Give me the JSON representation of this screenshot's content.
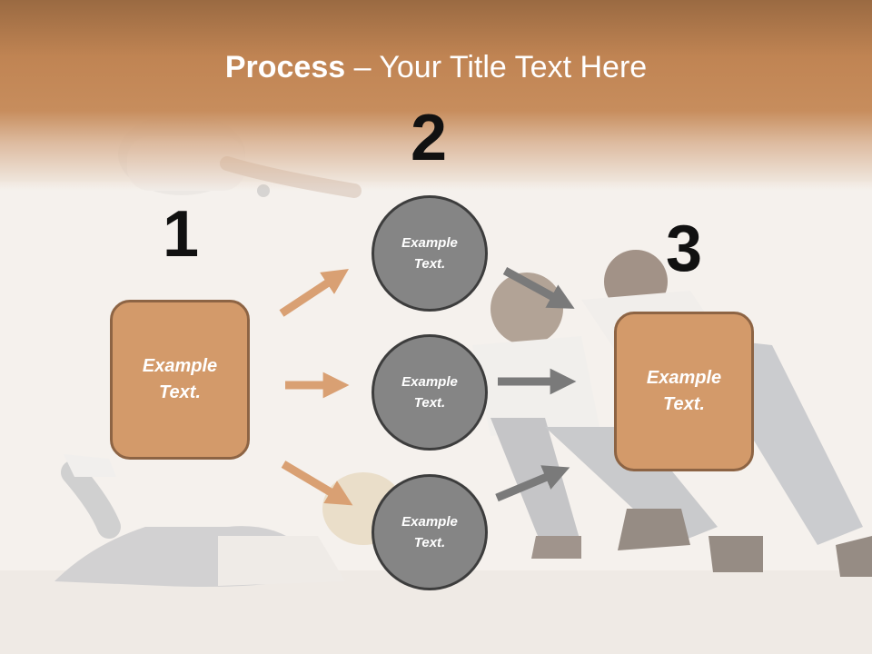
{
  "slide": {
    "title_bold": "Process",
    "title_rest": " – Your Title Text Here",
    "steps": [
      {
        "number": "1",
        "box_text": "Example\nText."
      },
      {
        "number": "2"
      },
      {
        "number": "3",
        "box_text": "Example\nText."
      }
    ],
    "circles": [
      {
        "text": "Example\nText."
      },
      {
        "text": "Example\nText."
      },
      {
        "text": "Example\nText."
      }
    ],
    "colors": {
      "header": "#c78d5d",
      "box_fill": "#d39a6a",
      "box_border": "#8d6444",
      "circle_fill": "#858585",
      "circle_border": "#3d3d3d",
      "arrow_orange": "#d9a073",
      "arrow_gray": "#7a7a7a"
    }
  }
}
